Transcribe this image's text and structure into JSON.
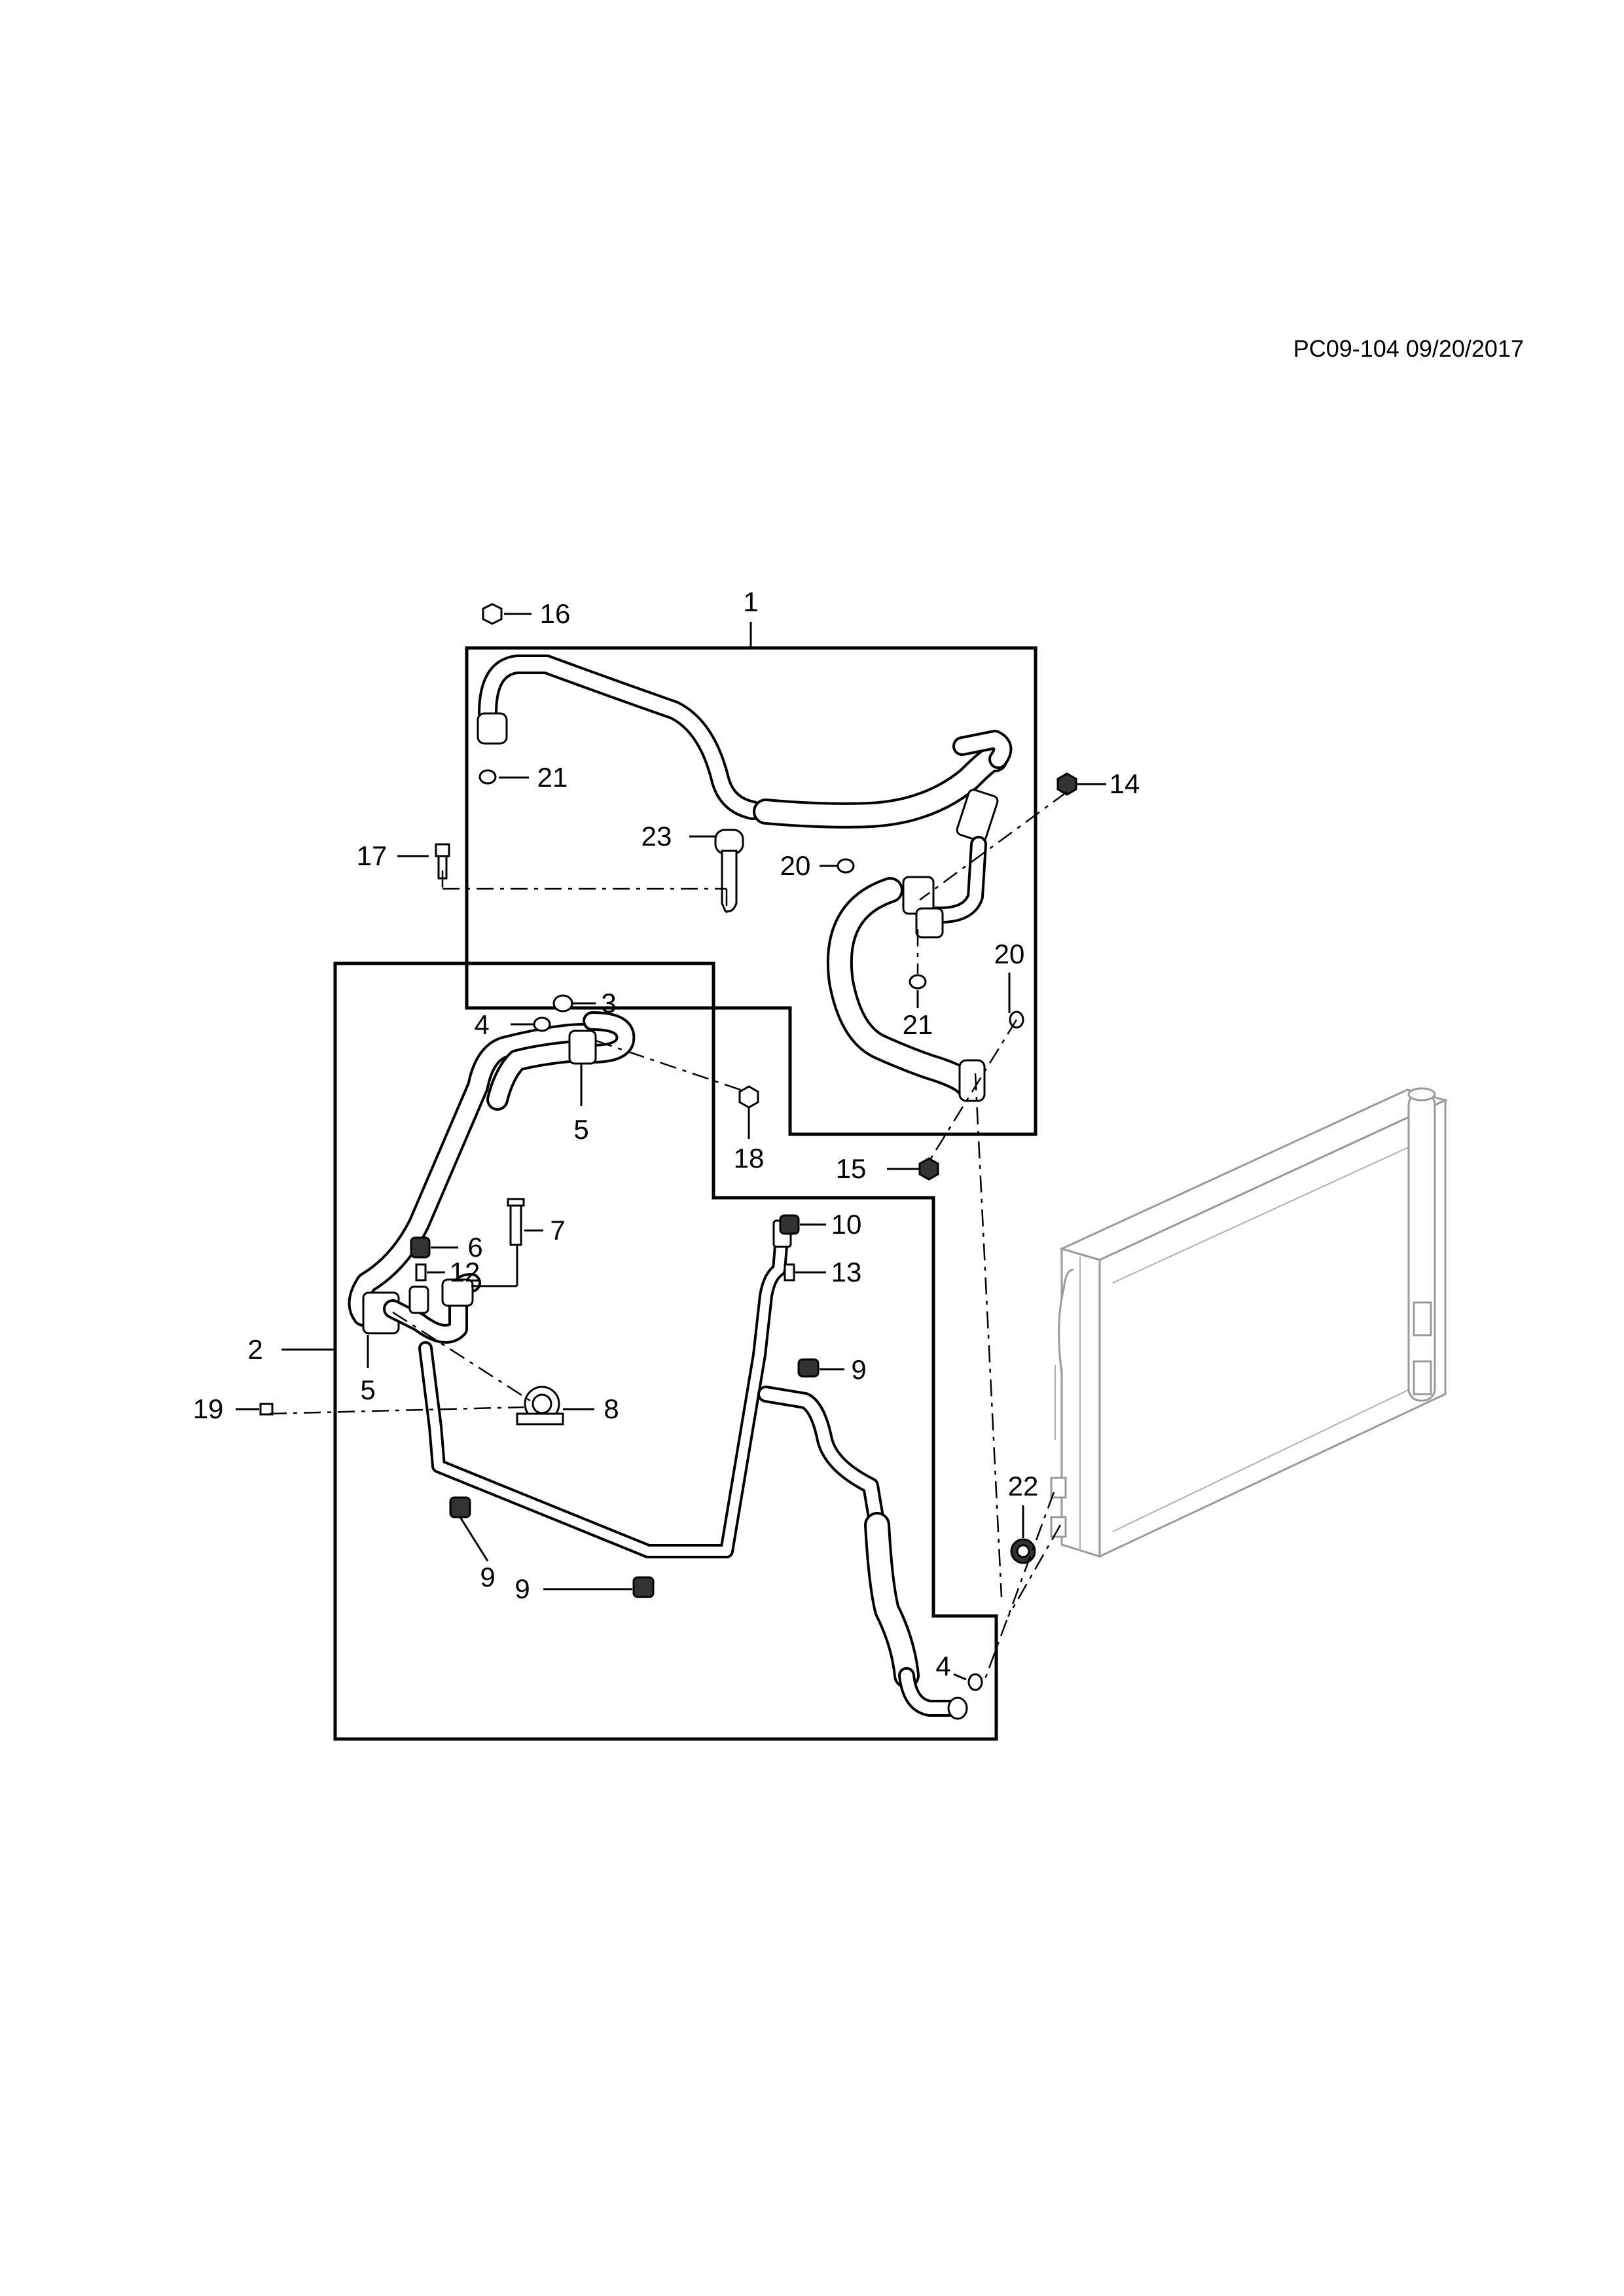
{
  "document": {
    "id_label": "PC09-104 09/20/2017"
  },
  "callouts": [
    "1",
    "2",
    "3",
    "4",
    "4",
    "5",
    "5",
    "6",
    "7",
    "8",
    "9",
    "9",
    "9",
    "10",
    "12",
    "13",
    "14",
    "15",
    "16",
    "17",
    "18",
    "19",
    "20",
    "20",
    "21",
    "21",
    "22",
    "23"
  ]
}
